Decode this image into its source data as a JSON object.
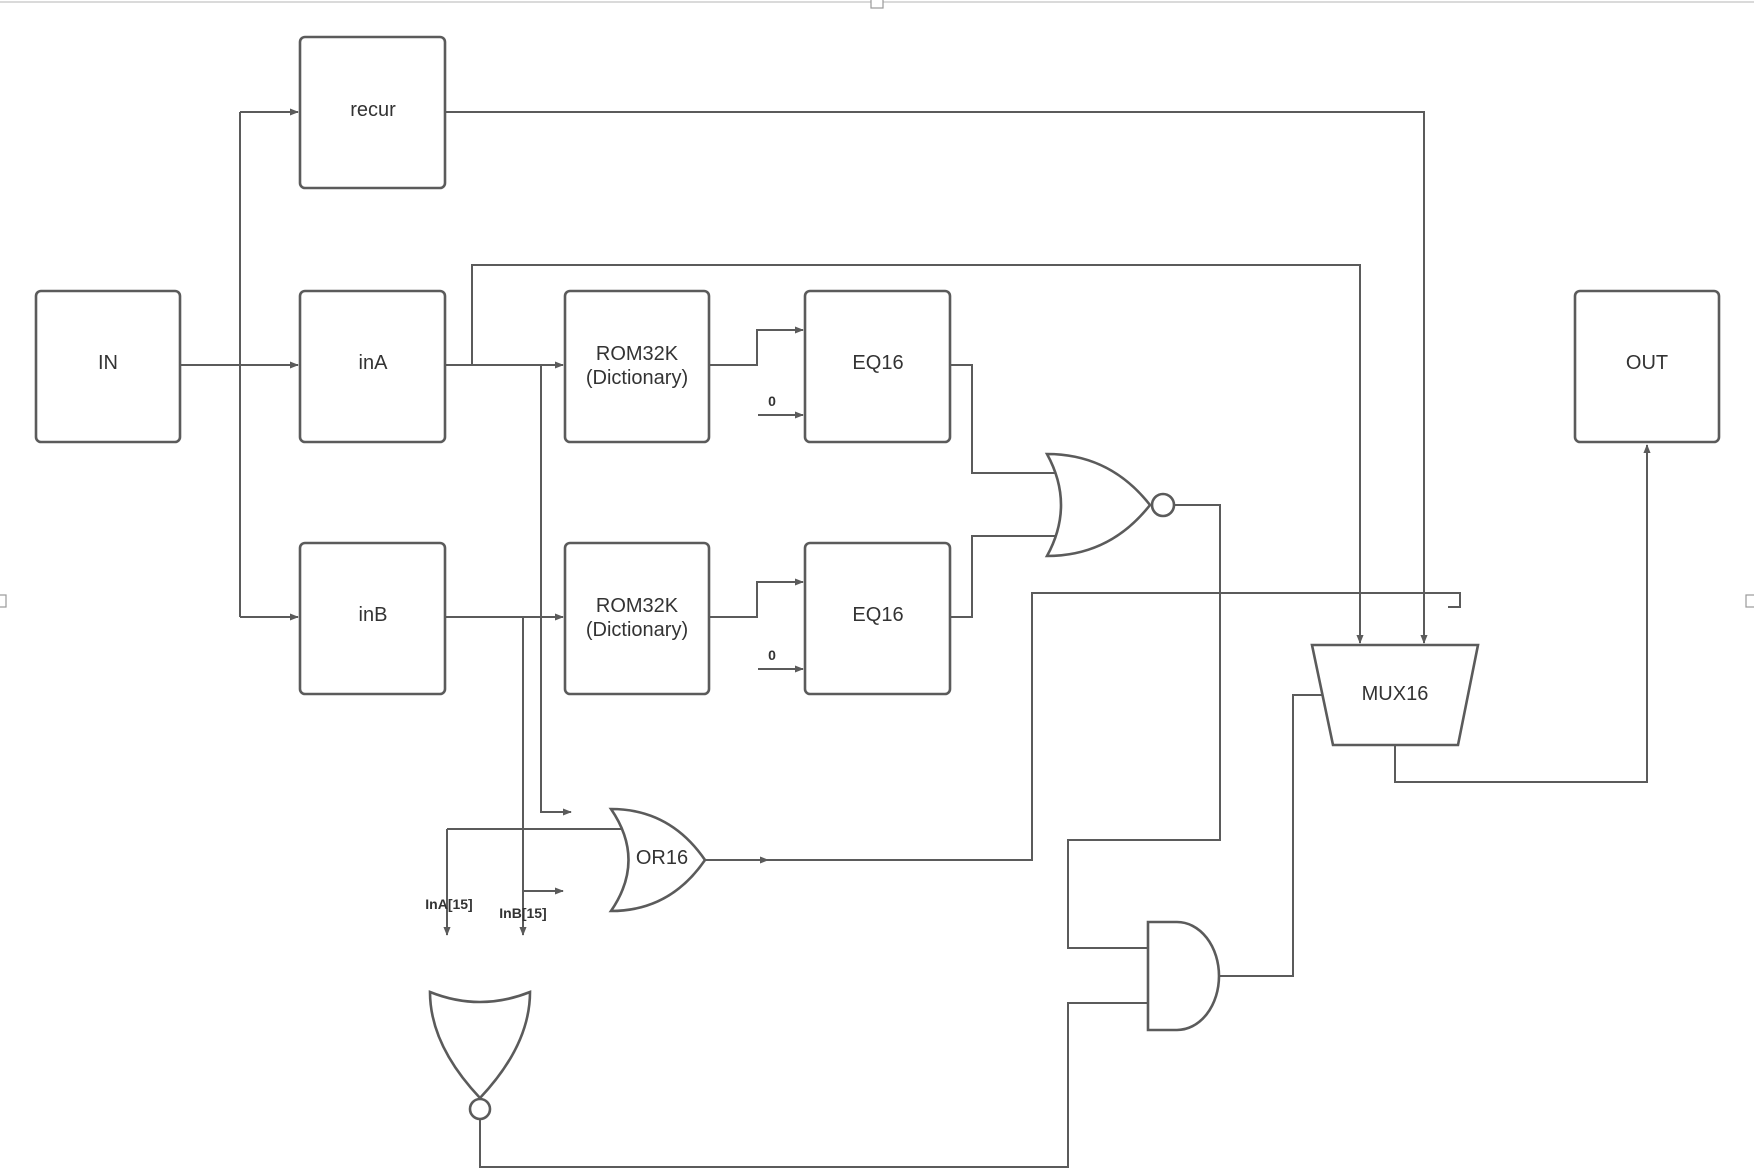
{
  "blocks": {
    "in": "IN",
    "recur": "recur",
    "ina": "inA",
    "inb": "inB",
    "rom_a": [
      "ROM32K",
      "(Dictionary)"
    ],
    "rom_b": [
      "ROM32K",
      "(Dictionary)"
    ],
    "eq_a": "EQ16",
    "eq_b": "EQ16",
    "out": "OUT",
    "mux": "MUX16",
    "or16": "OR16"
  },
  "constants": {
    "eq_a_zero": "0",
    "eq_b_zero": "0"
  },
  "signals": {
    "ina_msb": "InA[15]",
    "inb_msb": "InB[15]"
  },
  "colors": {
    "stroke": "#5b5b5b",
    "text": "#333333",
    "background": "#ffffff"
  }
}
